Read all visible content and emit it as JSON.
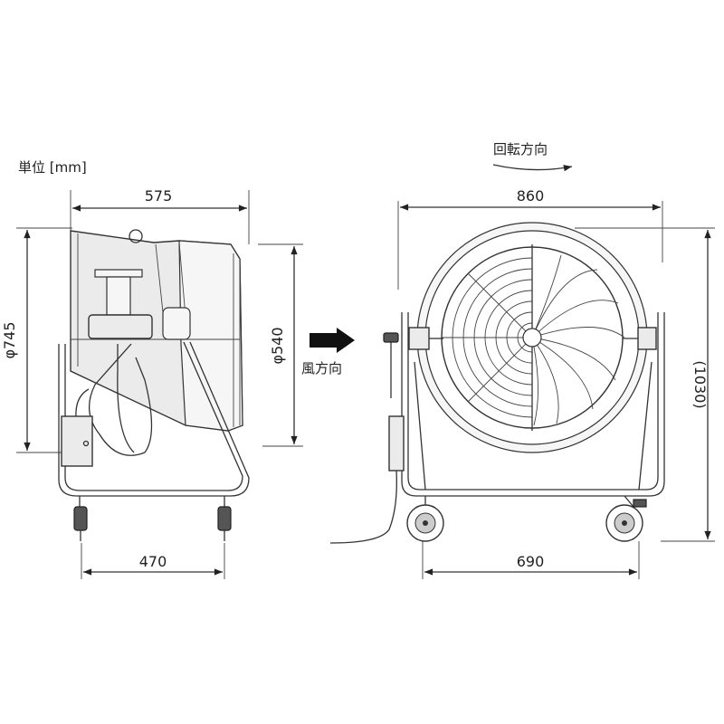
{
  "units_label": "単位 [mm]",
  "airflow_label": "風方向",
  "rotation_label": "回転方向",
  "side_view": {
    "depth": "575",
    "outer_diameter": "φ745",
    "inner_diameter": "φ540",
    "wheelbase": "470"
  },
  "front_view": {
    "width": "860",
    "height": "(1030)",
    "wheelbase": "690"
  }
}
